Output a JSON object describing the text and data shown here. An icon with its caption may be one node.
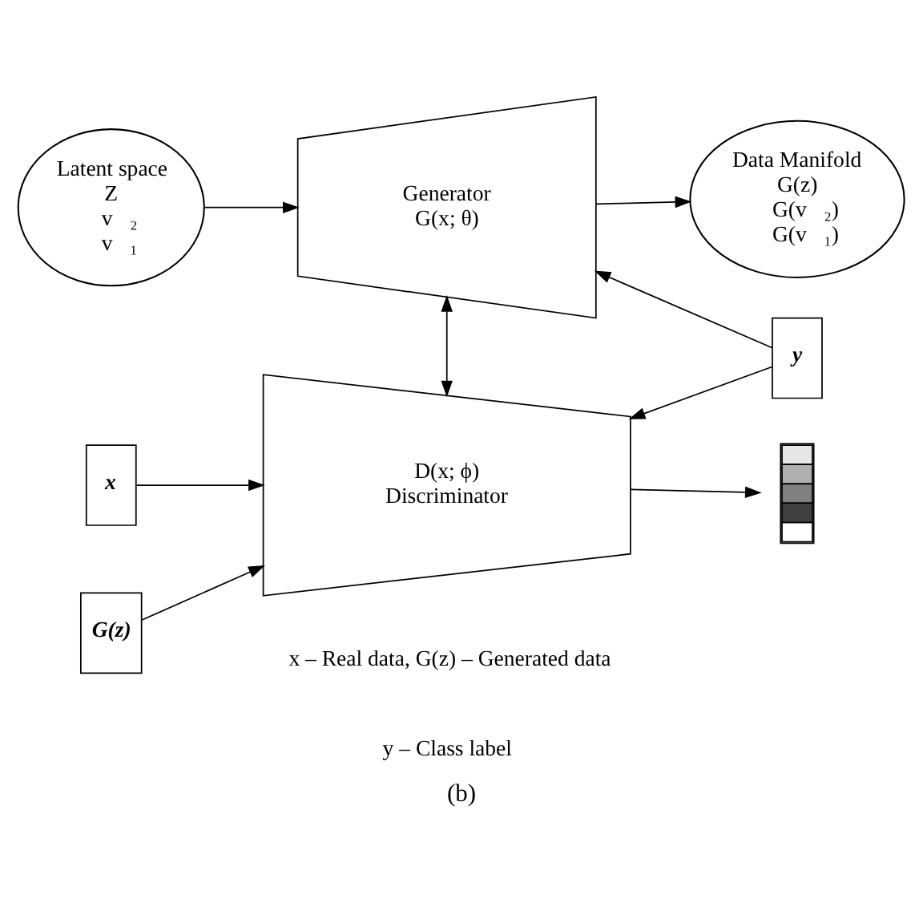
{
  "diagram": {
    "caption": "(b)",
    "nodes": [
      {
        "text": [
          "Latent space",
          "Z",
          "v⃗₂",
          "v⃗₁"
        ]
      },
      {
        "text": [
          "Generator",
          "G(x; θ)"
        ]
      },
      {
        "text": [
          "Data Manifold",
          "G(z)",
          "G(v⃗₂)",
          "G(v⃗₁)"
        ]
      },
      {
        "text": [
          "y"
        ]
      },
      {
        "text": [
          "x"
        ]
      },
      {
        "text": [
          "G(z)"
        ]
      },
      {
        "text": [
          "D(x; ϕ)",
          "Discriminator"
        ]
      },
      {
        "text": [],
        "shape": "bar"
      }
    ],
    "edges": [
      {
        "from": 0,
        "to": 1,
        "arrow": "to"
      },
      {
        "from": 1,
        "to": 2,
        "arrow": "to"
      },
      {
        "from": 1,
        "to": 6,
        "arrow": "both"
      },
      {
        "from": 3,
        "to": 1,
        "arrow": "to"
      },
      {
        "from": 3,
        "to": 6,
        "arrow": "to"
      },
      {
        "from": 4,
        "to": 6,
        "arrow": "to"
      },
      {
        "from": 5,
        "to": 6,
        "arrow": "to"
      },
      {
        "from": 6,
        "to": 7,
        "arrow": "to"
      }
    ],
    "labels": [
      "x – Real data, G(z) – Generated data",
      "y – Class label"
    ]
  }
}
